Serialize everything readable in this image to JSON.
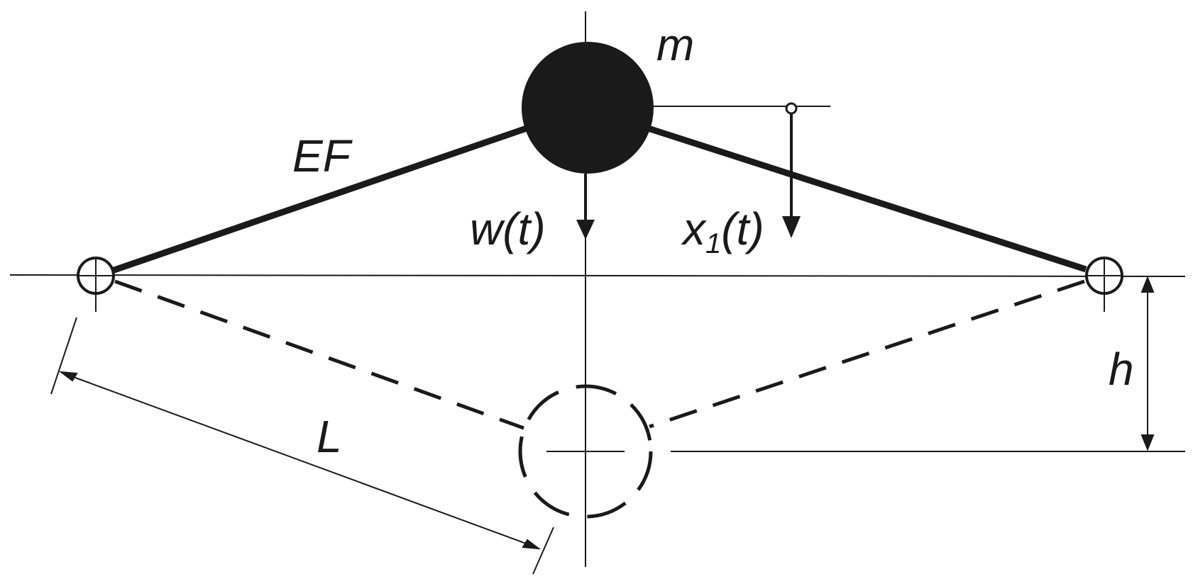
{
  "labels": {
    "mass": "m",
    "stiffness": "EF",
    "displacement_w": "w",
    "displacement_x_base": "x",
    "displacement_x_sub": "1",
    "time_arg": "(t)",
    "length": "L",
    "height": "h"
  },
  "colors": {
    "ink": "#1a1a1a",
    "background": "#ffffff"
  }
}
